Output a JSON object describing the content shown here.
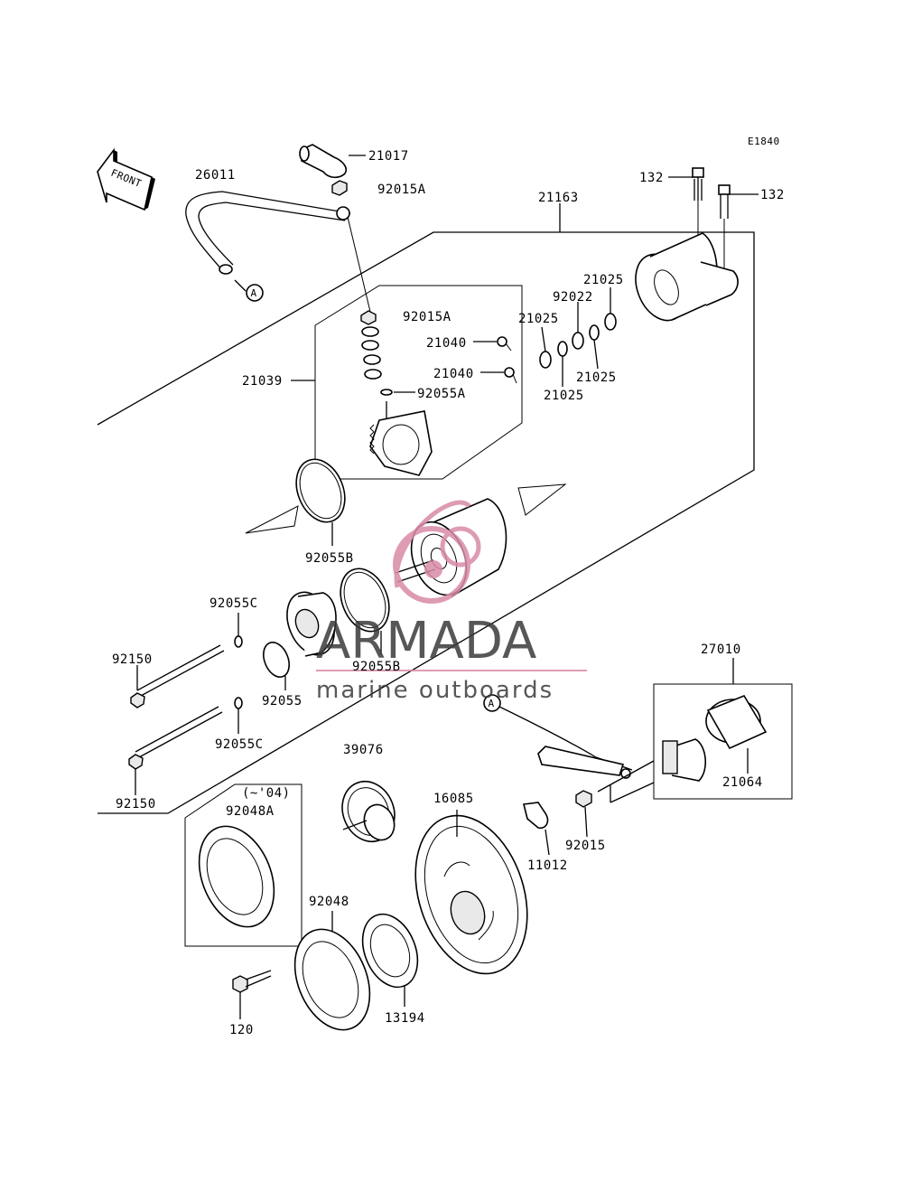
{
  "diagram_code": "E1840",
  "front_arrow_text": "FRONT",
  "ref_marker": "A",
  "callouts": {
    "p21017": "21017",
    "p92015A_top": "92015A",
    "p26011": "26011",
    "p21163": "21163",
    "p132_left": "132",
    "p132_right": "132",
    "p92015A_mid": "92015A",
    "p21025_a": "21025",
    "p92022": "92022",
    "p21025_b": "21025",
    "p21040_a": "21040",
    "p21040_b": "21040",
    "p21039": "21039",
    "p92055A": "92055A",
    "p21025_c": "21025",
    "p21025_d": "21025",
    "p92055B_a": "92055B",
    "p92055C_a": "92055C",
    "p92150_a": "92150",
    "p92055B_b": "92055B",
    "p92055": "92055",
    "p92055C_b": "92055C",
    "p92150_b": "92150",
    "p39076": "39076",
    "p27010": "27010",
    "p21064": "21064",
    "p04_note": "(~'04)",
    "p92048A": "92048A",
    "p16085": "16085",
    "p92015": "92015",
    "p11012": "11012",
    "p92048": "92048",
    "p120": "120",
    "p13194": "13194"
  },
  "watermark": {
    "brand": "ARMADA",
    "tagline": "marine outboards",
    "accent_color": "#d98aa8"
  }
}
